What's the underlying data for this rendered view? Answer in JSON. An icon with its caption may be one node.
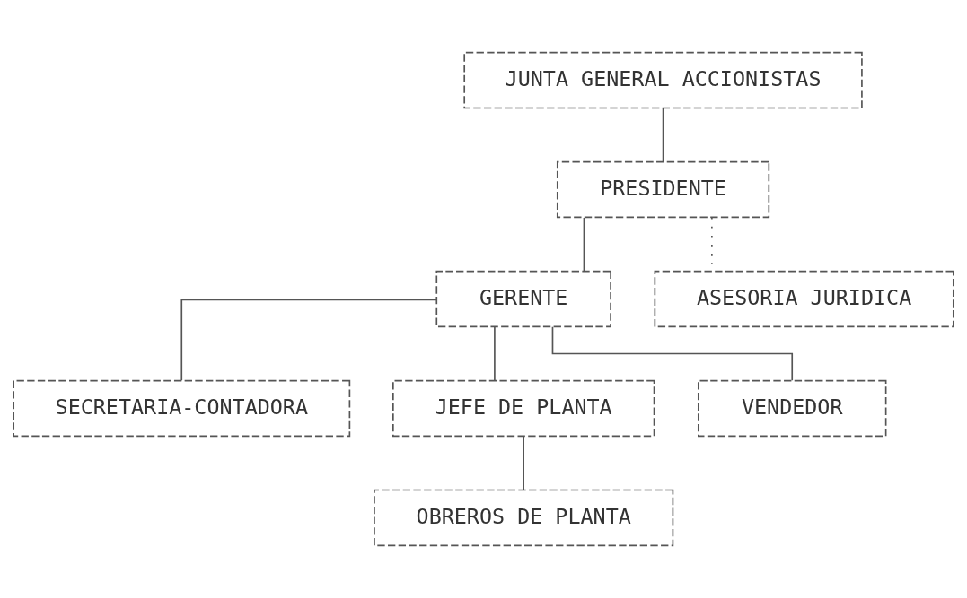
{
  "diagram": {
    "nodes": [
      {
        "text": [
          "JUNTA GENERAL ACCIONISTAS"
        ]
      },
      {
        "text": [
          "PRESIDENTE"
        ]
      },
      {
        "text": [
          "GERENTE"
        ]
      },
      {
        "text": [
          "ASESORIA JURIDICA"
        ]
      },
      {
        "text": [
          "SECRETARIA-CONTADORA"
        ]
      },
      {
        "text": [
          "JEFE DE PLANTA"
        ]
      },
      {
        "text": [
          "VENDEDOR"
        ]
      },
      {
        "text": [
          "OBREROS DE PLANTA"
        ]
      }
    ],
    "edges": [
      {
        "from": 0,
        "to": 1,
        "arrow": "none"
      },
      {
        "from": 1,
        "to": 2,
        "arrow": "none"
      },
      {
        "from": 1,
        "to": 3,
        "arrow": "none",
        "style": "dashed"
      },
      {
        "from": 2,
        "to": 4,
        "arrow": "none"
      },
      {
        "from": 2,
        "to": 5,
        "arrow": "none"
      },
      {
        "from": 2,
        "to": 6,
        "arrow": "none"
      },
      {
        "from": 5,
        "to": 7,
        "arrow": "none"
      }
    ]
  }
}
